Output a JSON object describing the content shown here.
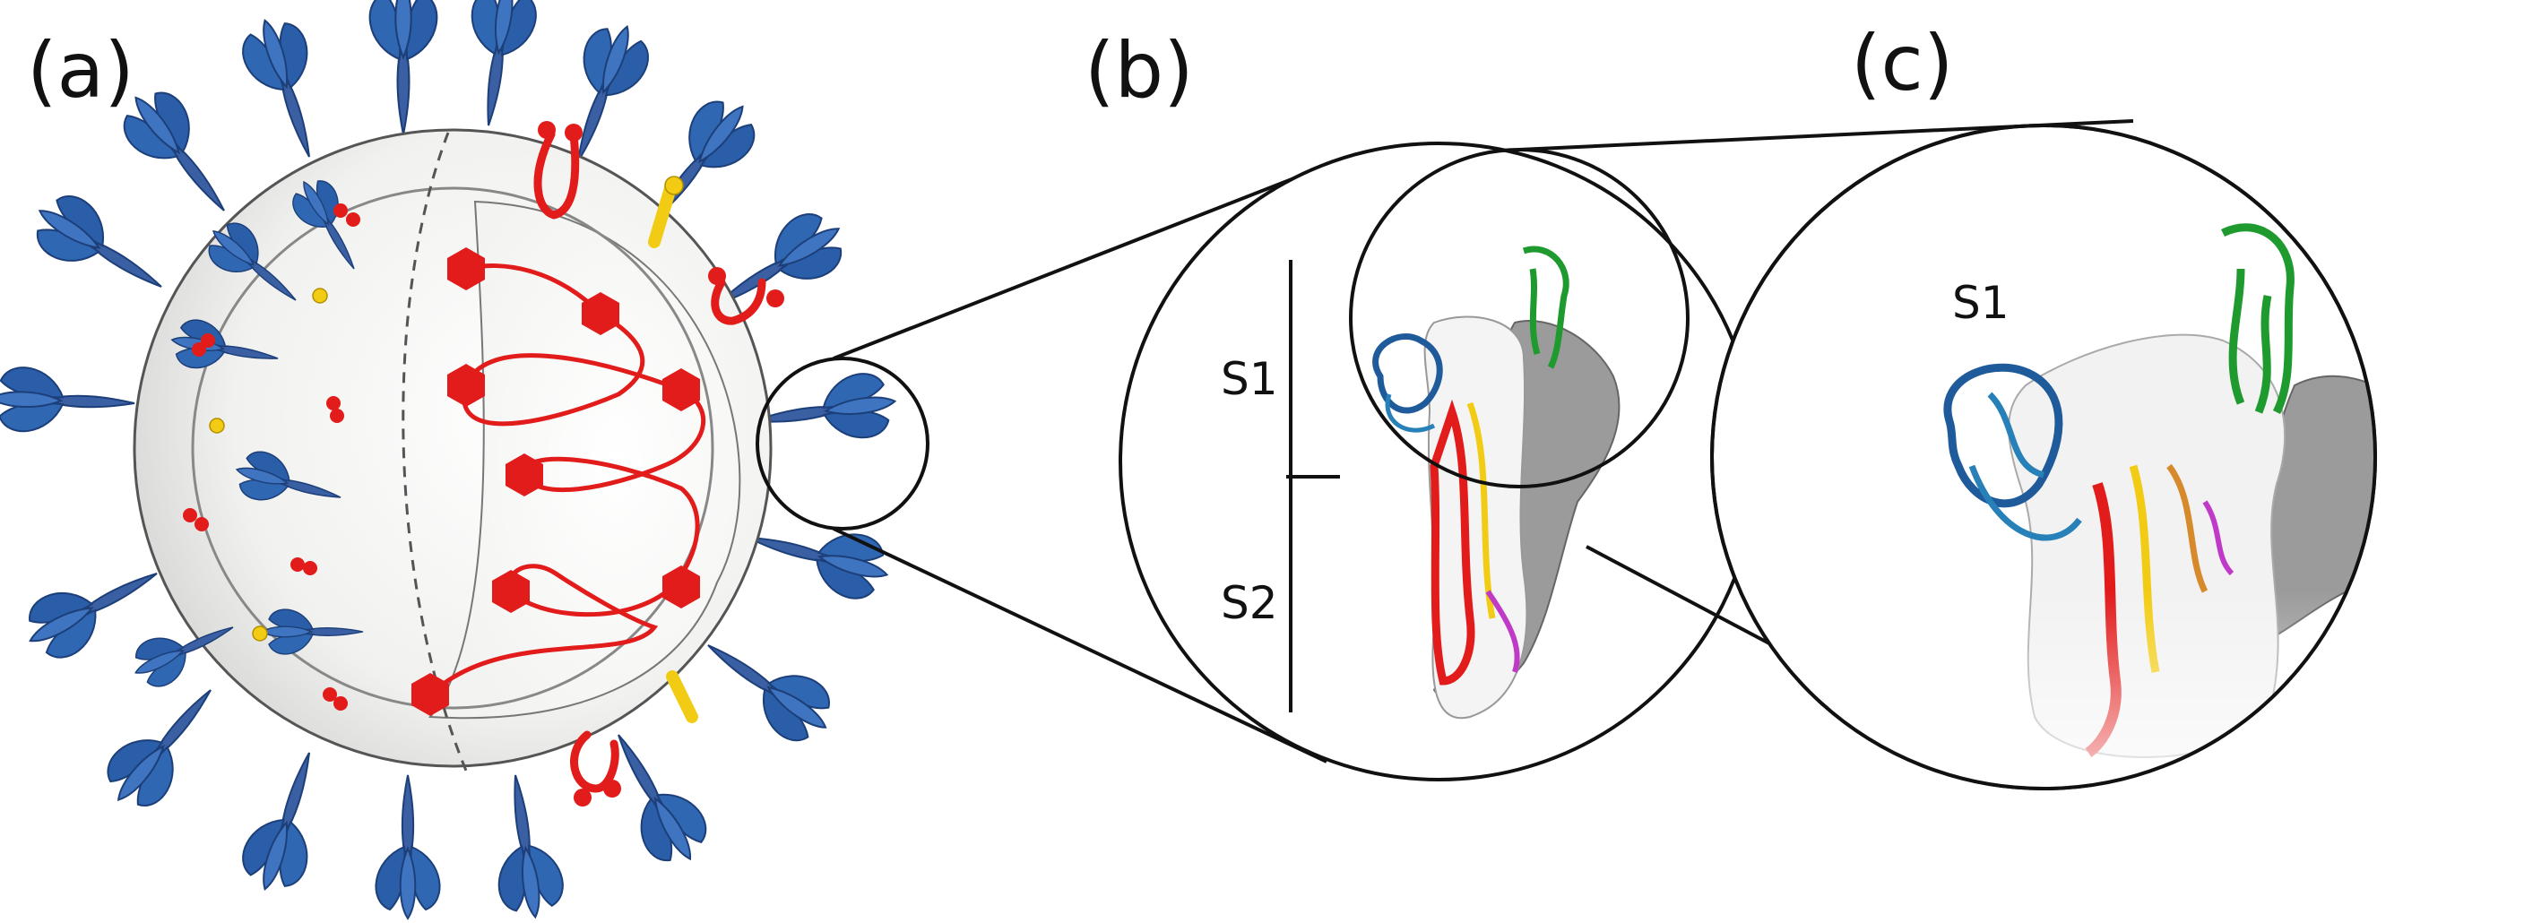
{
  "figure": {
    "panels": [
      {
        "id": "a",
        "label": "(a)"
      },
      {
        "id": "b",
        "label": "(b)"
      },
      {
        "id": "c",
        "label": "(c)"
      }
    ],
    "segment_labels": {
      "s1": "S1",
      "s2": "S2",
      "s1_zoom": "S1"
    }
  },
  "colors": {
    "spike": "#2f67b3",
    "spike_dark": "#1d3f79",
    "rna_and_m": "#e21b1b",
    "e_protein": "#f2cc14",
    "envelope": "#f1f1ef",
    "outline": "#333333",
    "s1_ntd": "#1f5a9a",
    "s1_rbd": "#1e9a2e",
    "density": "#9b9b9b"
  }
}
